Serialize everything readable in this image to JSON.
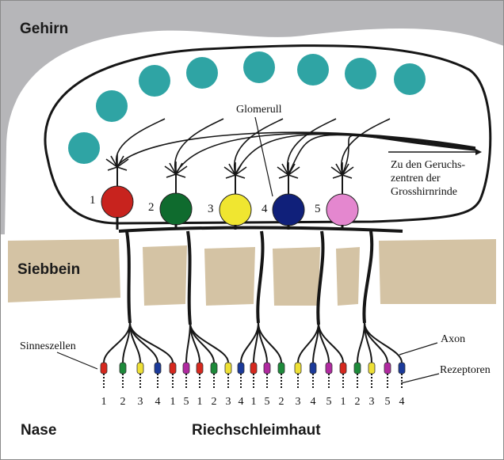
{
  "regions": {
    "gehirn": "Gehirn",
    "siebbein": "Siebbein",
    "nase": "Nase",
    "riechschleimhaut": "Riechschleimhaut"
  },
  "annotations": {
    "glomerull": "Glomerull",
    "zu_den_geruchszentren": "Zu den Geruchs- zentren der Grosshirnrinde",
    "sinneszellen": "Sinneszellen",
    "axon": "Axon",
    "rezeptoren": "Rezeptoren"
  },
  "mitral_cells": [
    {
      "number": "1",
      "color": "#c8231e"
    },
    {
      "number": "2",
      "color": "#0f6b2e"
    },
    {
      "number": "3",
      "color": "#f0e630"
    },
    {
      "number": "4",
      "color": "#10207a"
    },
    {
      "number": "5",
      "color": "#e487cf"
    }
  ],
  "receptor_numbers": [
    "1",
    "2",
    "3",
    "4",
    "1",
    "5",
    "1",
    "2",
    "3",
    "4",
    "1",
    "5",
    "2",
    "3",
    "4",
    "5",
    "1",
    "2",
    "3",
    "5",
    "4"
  ],
  "receptor_colors": {
    "1": "#d6281e",
    "2": "#1d8a3a",
    "3": "#eee035",
    "4": "#1b3a9a",
    "5": "#b02aa0"
  },
  "colors": {
    "background_gray": "#b6b6b9",
    "bone": "#d4c3a4",
    "glomeruli": "#1d9c9c",
    "nerve": "#161616"
  }
}
